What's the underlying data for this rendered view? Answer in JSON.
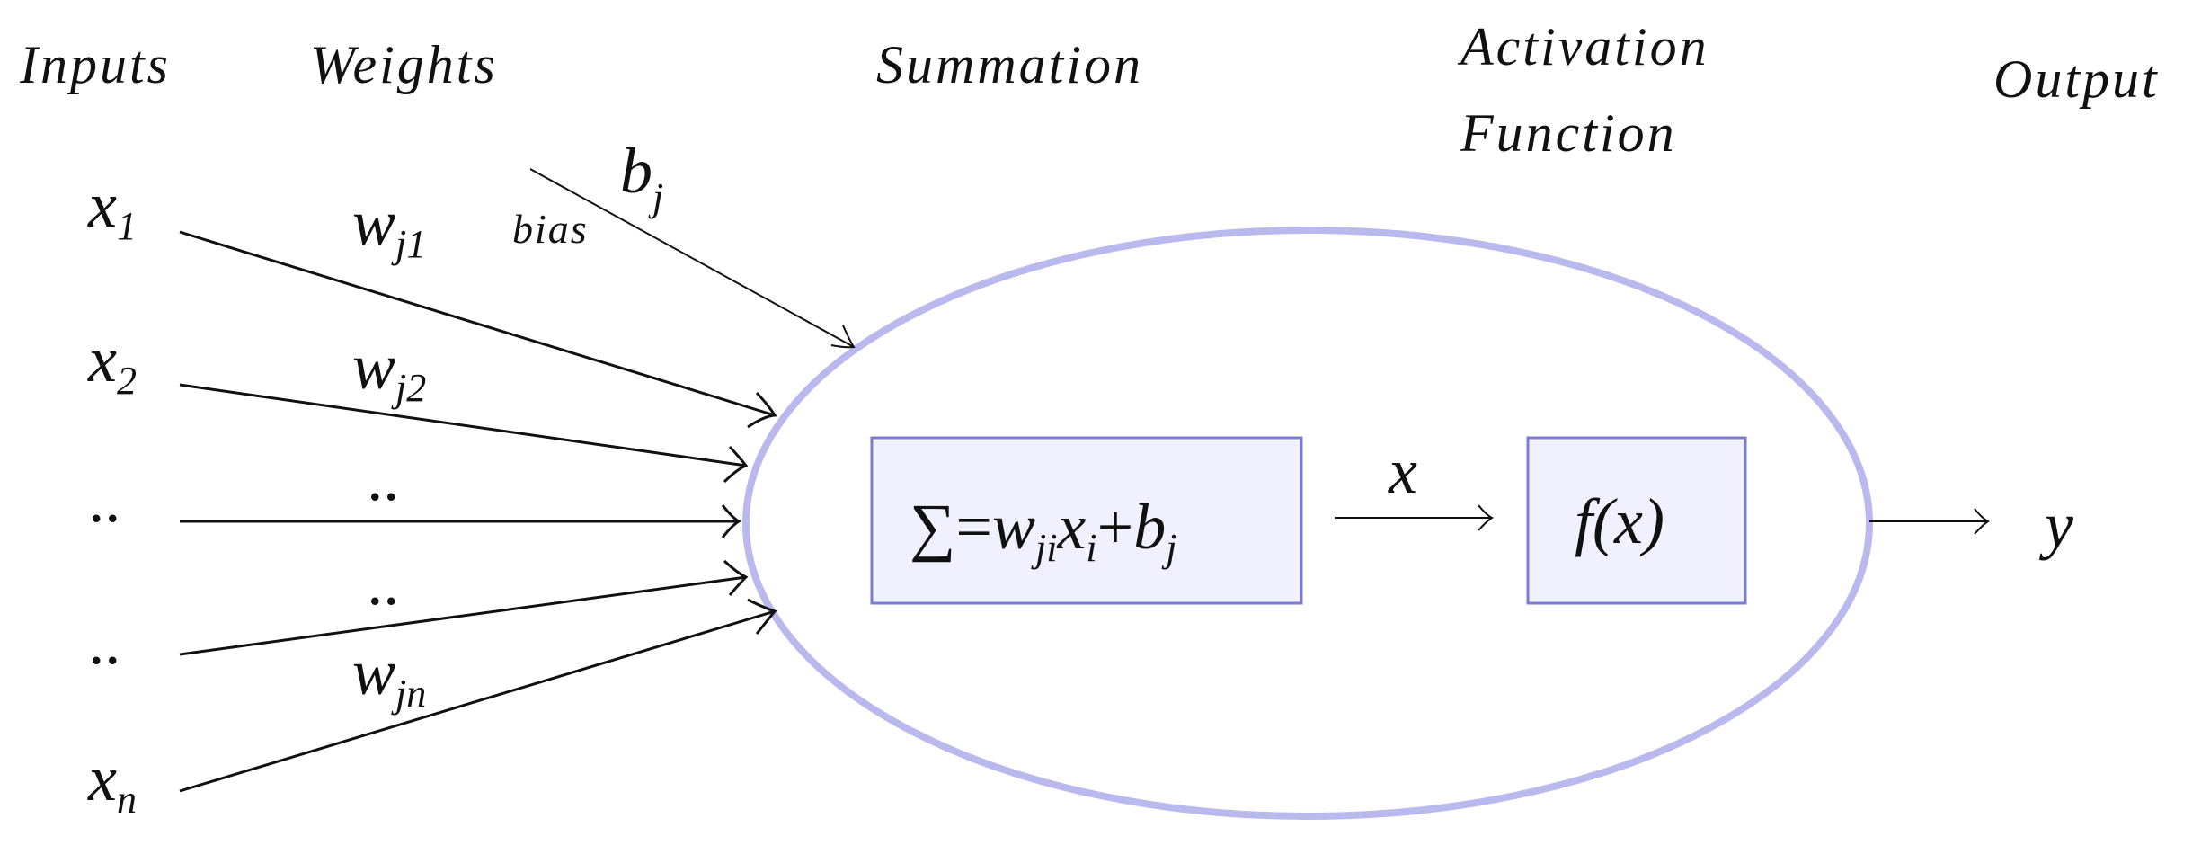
{
  "headers": {
    "inputs": "Inputs",
    "weights": "Weights",
    "summation": "Summation",
    "activation_line1": "Activation",
    "activation_line2": "Function",
    "output": "Output"
  },
  "inputs": [
    {
      "base": "x",
      "sub": "1"
    },
    {
      "base": "x",
      "sub": "2"
    },
    {
      "base": "..",
      "sub": ""
    },
    {
      "base": "..",
      "sub": ""
    },
    {
      "base": "x",
      "sub": "n"
    }
  ],
  "weights": [
    {
      "base": "w",
      "sub": "j1"
    },
    {
      "base": "w",
      "sub": "j2"
    },
    {
      "base": "..",
      "sub": ""
    },
    {
      "base": "..",
      "sub": ""
    },
    {
      "base": "w",
      "sub": "jn"
    }
  ],
  "bias": {
    "label": "bias",
    "base": "b",
    "sub": "j"
  },
  "summation_formula": {
    "sigma": "∑",
    "equals": "=",
    "w": "w",
    "w_sub": "ji",
    "x": "x",
    "x_sub": "i",
    "plus": "+",
    "b": "b",
    "b_sub": "j"
  },
  "intermediate_label": "x",
  "activation_formula": "f(x)",
  "output_label": "y",
  "colors": {
    "ellipse_stroke": "#b9b9ee",
    "box_stroke": "#7b7bd9",
    "box_fill": "#f0f0ff",
    "ink": "#111111"
  }
}
